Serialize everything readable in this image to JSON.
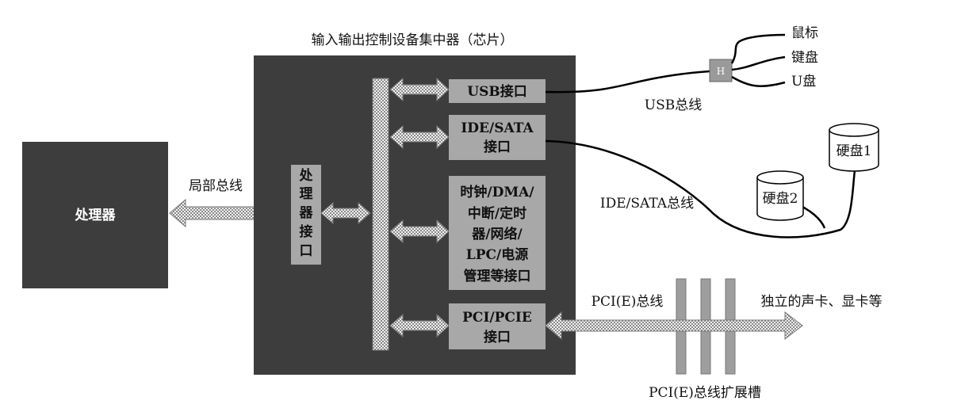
{
  "title": "输入输出控制设备集中器（芯片）",
  "processor": "处理器",
  "local_bus": "局部总线",
  "proc_interface": [
    "处",
    "理",
    "器",
    "接",
    "口"
  ],
  "interfaces": {
    "usb": [
      "USB接口"
    ],
    "ide": [
      "IDE/SATA",
      "接口"
    ],
    "misc": [
      "时钟/DMA/",
      "中断/定时",
      "器/网络/",
      "LPC/电源",
      "管理等接口"
    ],
    "pci": [
      "PCI/PCIE",
      "接口"
    ]
  },
  "hub_label": "H",
  "usb_devices": [
    "鼠标",
    "键盘",
    "U盘"
  ],
  "usb_bus": "USB总线",
  "ide_bus": "IDE/SATA总线",
  "disk1": "硬盘1",
  "disk2": "硬盘2",
  "pci_bus": "PCI(E)总线",
  "pci_devices": "独立的声卡、显卡等",
  "pci_slots": "PCI(E)总线扩展槽",
  "colors": {
    "chip": "#3d3d3d",
    "interface_box": "#a8a8a8",
    "slot": "#9e9e9e",
    "line": "#000000"
  }
}
